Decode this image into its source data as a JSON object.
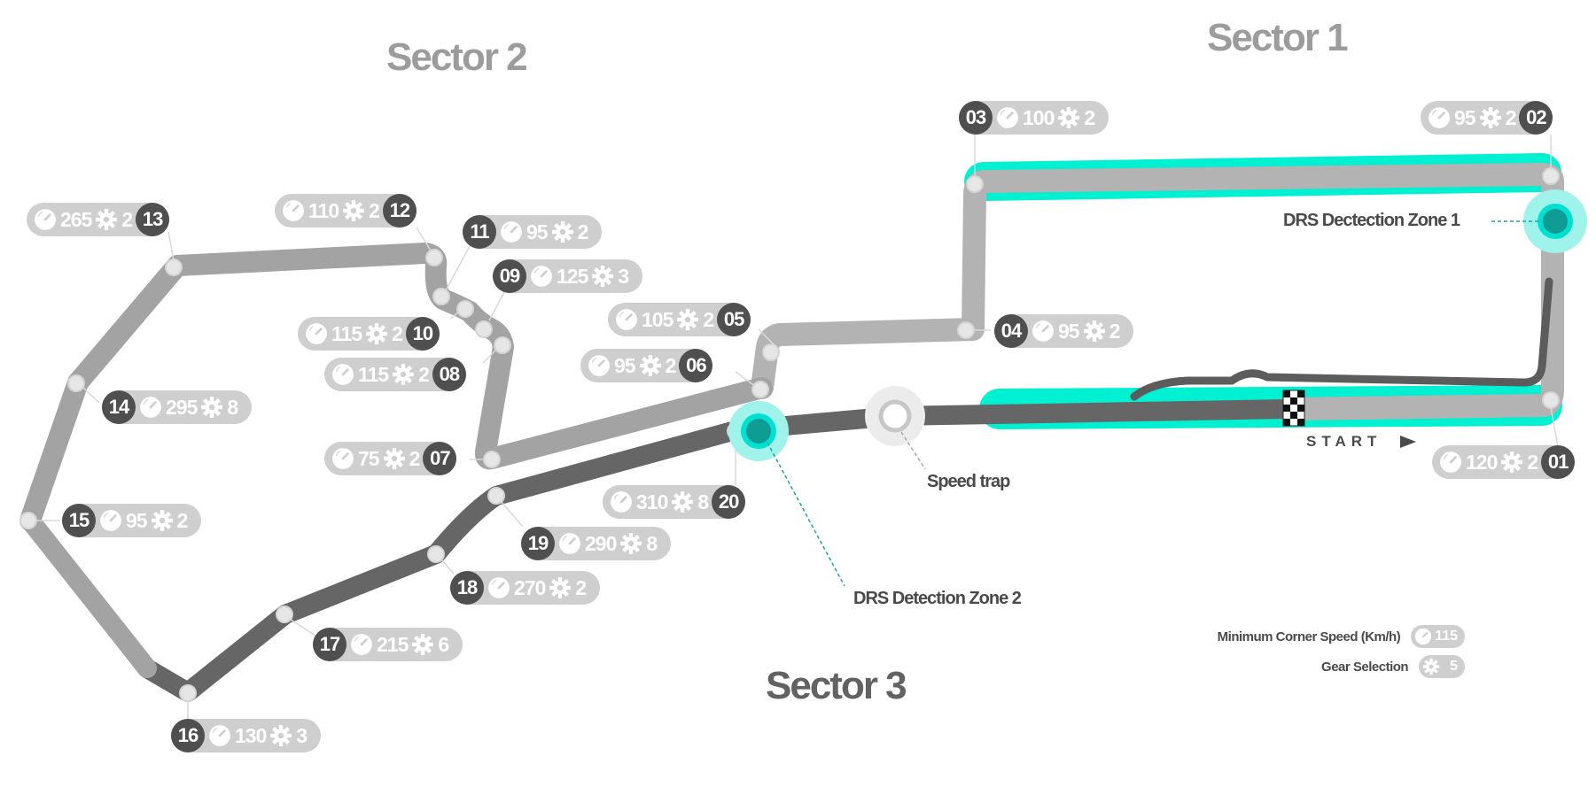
{
  "sectors": {
    "s1": "Sector 1",
    "s2": "Sector 2",
    "s3": "Sector 3"
  },
  "annotations": {
    "drs1": "DRS Dectection Zone 1",
    "drs2": "DRS Detection Zone 2",
    "speed_trap": "Speed trap",
    "start": "START"
  },
  "legend": {
    "speed_label": "Minimum Corner Speed (Km/h)",
    "speed_example": "115",
    "gear_label": "Gear Selection",
    "gear_example": "5"
  },
  "colors": {
    "drs_zone": "#00f0d2",
    "track_sector_light": "#b3b3b3",
    "track_sector_dark": "#666666",
    "pill_bg": "#cfcfcf",
    "corner_badge": "#4f4f4f"
  },
  "corners": [
    {
      "id": "01",
      "speed": "120",
      "gear": "2"
    },
    {
      "id": "02",
      "speed": "95",
      "gear": "2"
    },
    {
      "id": "03",
      "speed": "100",
      "gear": "2"
    },
    {
      "id": "04",
      "speed": "95",
      "gear": "2"
    },
    {
      "id": "05",
      "speed": "105",
      "gear": "2"
    },
    {
      "id": "06",
      "speed": "95",
      "gear": "2"
    },
    {
      "id": "07",
      "speed": "75",
      "gear": "2"
    },
    {
      "id": "08",
      "speed": "115",
      "gear": "2"
    },
    {
      "id": "09",
      "speed": "125",
      "gear": "3"
    },
    {
      "id": "10",
      "speed": "115",
      "gear": "2"
    },
    {
      "id": "11",
      "speed": "95",
      "gear": "2"
    },
    {
      "id": "12",
      "speed": "110",
      "gear": "2"
    },
    {
      "id": "13",
      "speed": "265",
      "gear": "2"
    },
    {
      "id": "14",
      "speed": "295",
      "gear": "8"
    },
    {
      "id": "15",
      "speed": "95",
      "gear": "2"
    },
    {
      "id": "16",
      "speed": "130",
      "gear": "3"
    },
    {
      "id": "17",
      "speed": "215",
      "gear": "6"
    },
    {
      "id": "18",
      "speed": "270",
      "gear": "2"
    },
    {
      "id": "19",
      "speed": "290",
      "gear": "8"
    },
    {
      "id": "20",
      "speed": "310",
      "gear": "8"
    }
  ]
}
